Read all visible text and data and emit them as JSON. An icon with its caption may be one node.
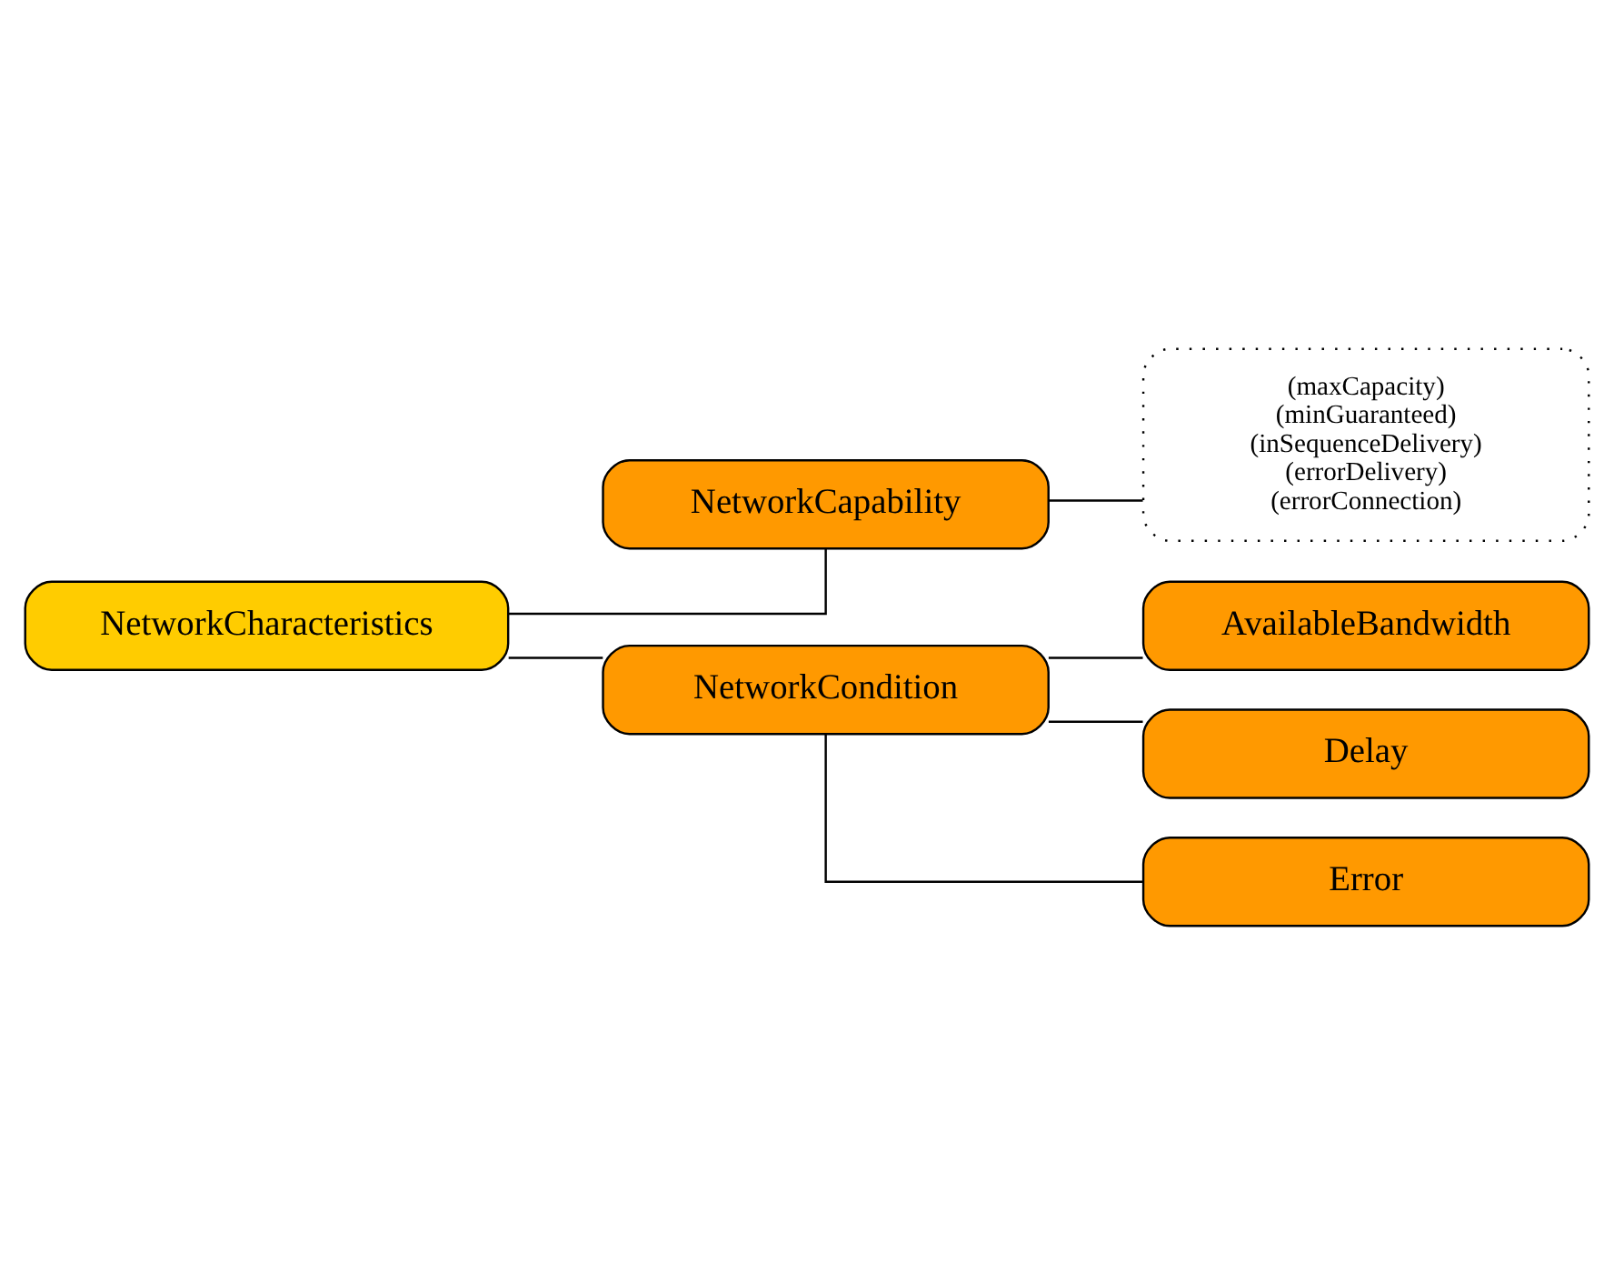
{
  "diagram": {
    "nodes": [
      {
        "text": [
          "NetworkCharacteristics"
        ]
      },
      {
        "text": [
          "NetworkCapability"
        ]
      },
      {
        "text": [
          "(maxCapacity)",
          "(minGuaranteed)",
          "(inSequenceDelivery)",
          "(errorDelivery)",
          "(errorConnection)"
        ]
      },
      {
        "text": [
          "NetworkCondition"
        ]
      },
      {
        "text": [
          "AvailableBandwidth"
        ]
      },
      {
        "text": [
          "Delay"
        ]
      },
      {
        "text": [
          "Error"
        ]
      }
    ],
    "edges": [
      {
        "from": 0,
        "to": 1,
        "arrow": "none"
      },
      {
        "from": 1,
        "to": 2,
        "arrow": "none"
      },
      {
        "from": 0,
        "to": 3,
        "arrow": "none"
      },
      {
        "from": 3,
        "to": 4,
        "arrow": "none"
      },
      {
        "from": 3,
        "to": 5,
        "arrow": "none"
      },
      {
        "from": 3,
        "to": 6,
        "arrow": "none"
      }
    ]
  }
}
